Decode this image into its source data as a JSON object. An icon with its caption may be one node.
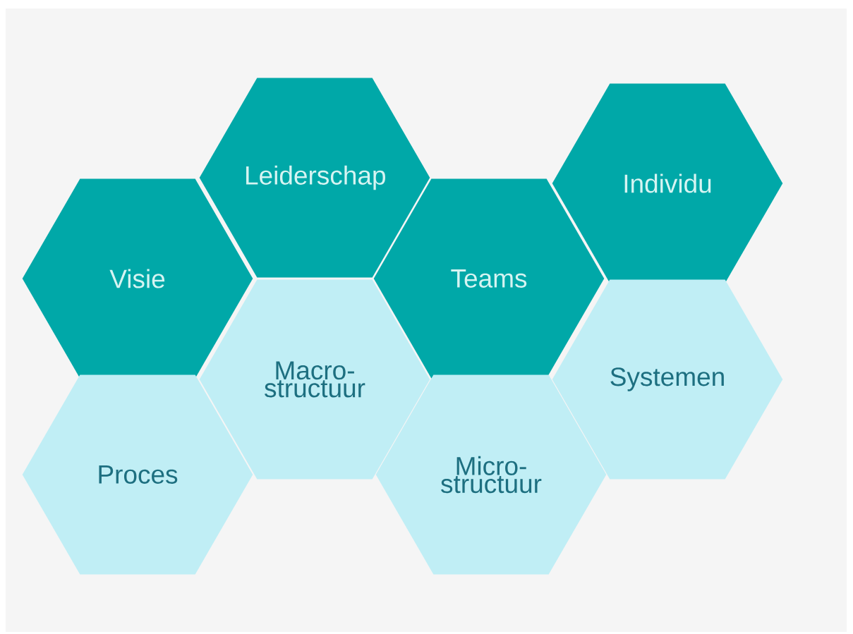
{
  "diagram": {
    "nodes": [
      {
        "text": [
          "Leiderschap"
        ]
      },
      {
        "text": [
          "Individu"
        ]
      },
      {
        "text": [
          "Visie"
        ]
      },
      {
        "text": [
          "Teams"
        ]
      },
      {
        "text": [
          "Macro- structuur"
        ]
      },
      {
        "text": [
          "Systemen"
        ]
      },
      {
        "text": [
          "Proces"
        ]
      },
      {
        "text": [
          "Micro- structuur"
        ]
      }
    ]
  }
}
